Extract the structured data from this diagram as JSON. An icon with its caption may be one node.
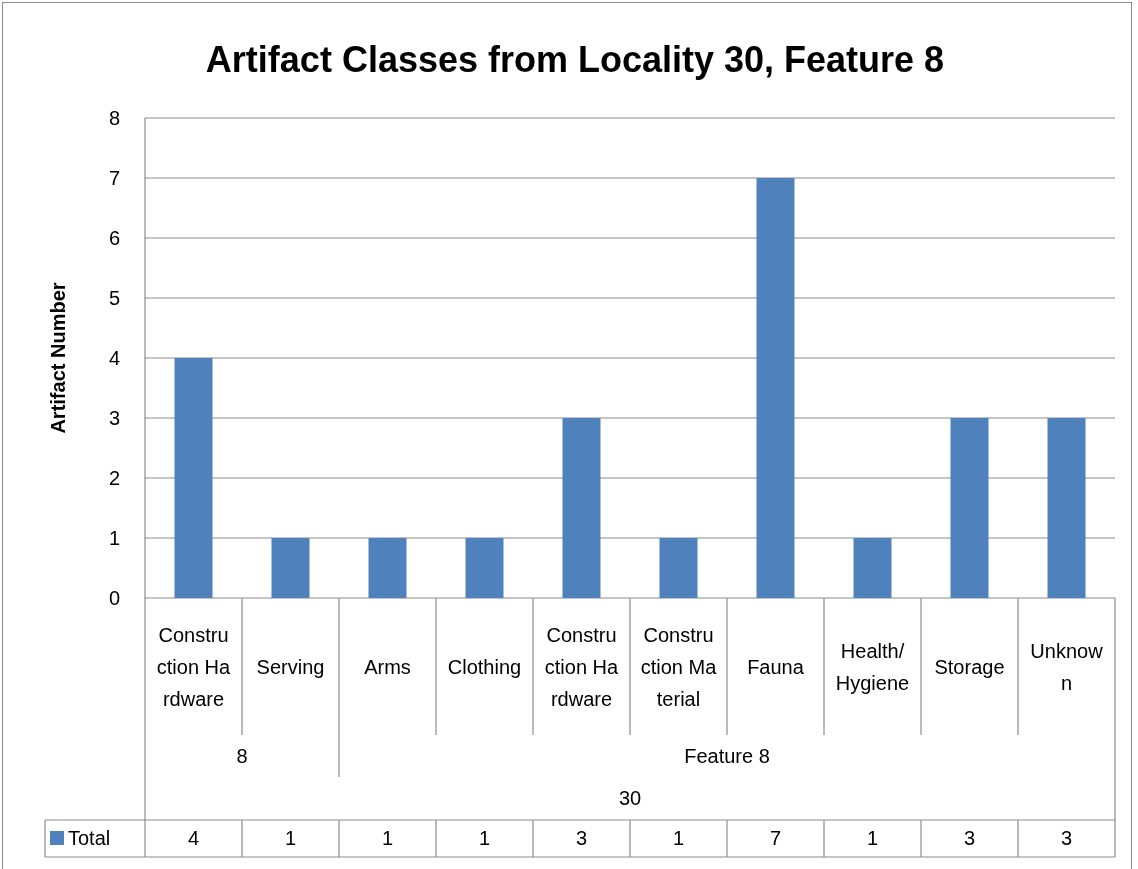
{
  "diagram": {
    "title": "Artifact Classes from Locality 30, Feature 8",
    "labels": [
      "8",
      "Feature 8",
      "30"
    ],
    "legend": [
      {
        "text": "Total",
        "color": "#4f81bd"
      }
    ],
    "chart_data": {
      "type": "bar",
      "ylabel": "Artifact Number",
      "categories": [
        "Construction Hardware",
        "Serving",
        "Arms",
        "Clothing",
        "Construction Hardware",
        "Construction Material",
        "Fauna",
        "Health/ Hygiene",
        "Storage",
        "Unknown"
      ],
      "series": [
        {
          "color": "#4f81bd",
          "values": [
            4,
            1,
            1,
            1,
            3,
            1,
            7,
            1,
            3,
            3
          ]
        }
      ],
      "ylim": [
        0,
        8
      ],
      "yticks": [
        0,
        1,
        2,
        3,
        4,
        5,
        6,
        7,
        8
      ],
      "data_labels": true,
      "grid": true
    }
  }
}
